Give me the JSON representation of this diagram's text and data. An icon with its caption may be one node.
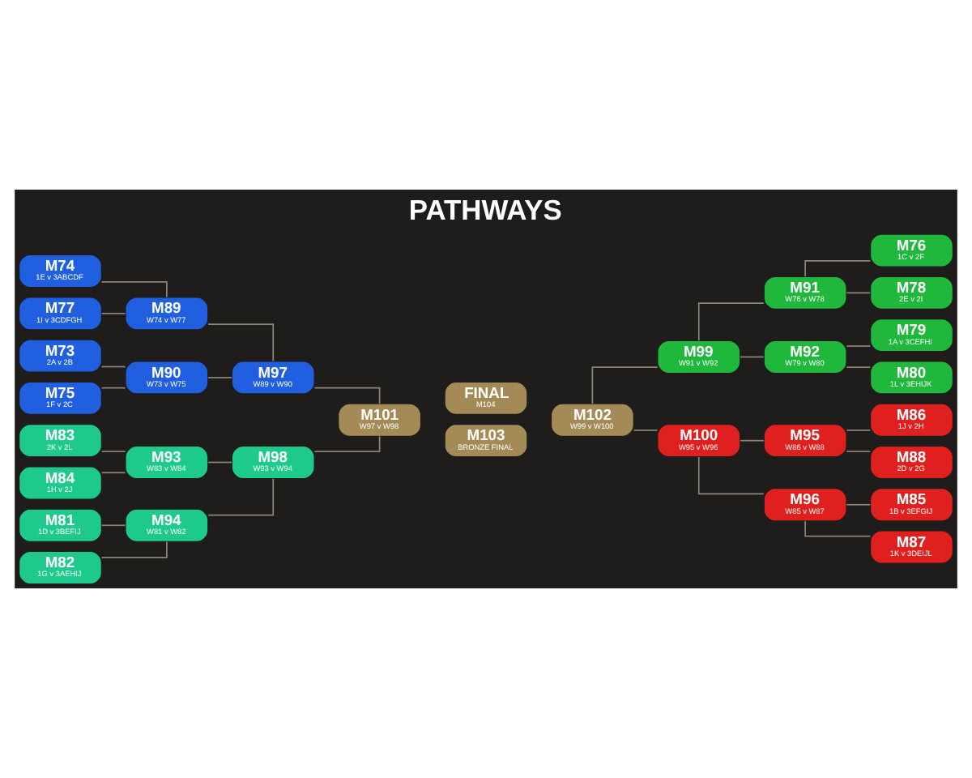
{
  "diagram": {
    "title": "PATHWAYS",
    "nodes": [
      {
        "text": [
          "M74",
          "1E v 3ABCDF"
        ]
      },
      {
        "text": [
          "M77",
          "1I v 3CDFGH"
        ]
      },
      {
        "text": [
          "M73",
          "2A v 2B"
        ]
      },
      {
        "text": [
          "M75",
          "1F v 2C"
        ]
      },
      {
        "text": [
          "M83",
          "2K v 2L"
        ]
      },
      {
        "text": [
          "M84",
          "1H v 2J"
        ]
      },
      {
        "text": [
          "M81",
          "1D v 3BEFIJ"
        ]
      },
      {
        "text": [
          "M82",
          "1G v 3AEHIJ"
        ]
      },
      {
        "text": [
          "M89",
          "W74 v W77"
        ]
      },
      {
        "text": [
          "M90",
          "W73 v W75"
        ]
      },
      {
        "text": [
          "M93",
          "W83 v W84"
        ]
      },
      {
        "text": [
          "M94",
          "W81 v W82"
        ]
      },
      {
        "text": [
          "M97",
          "W89 v W90"
        ]
      },
      {
        "text": [
          "M98",
          "W93 v W94"
        ]
      },
      {
        "text": [
          "M101",
          "W97 v W98"
        ]
      },
      {
        "text": [
          "FINAL",
          "M104"
        ]
      },
      {
        "text": [
          "M102",
          "W99 v W100"
        ]
      },
      {
        "text": [
          "M103",
          "BRONZE FINAL"
        ]
      },
      {
        "text": [
          "M99",
          "W91 v W92"
        ]
      },
      {
        "text": [
          "M100",
          "W95 v W96"
        ]
      },
      {
        "text": [
          "M91",
          "W76 v W78"
        ]
      },
      {
        "text": [
          "M92",
          "W79 v W80"
        ]
      },
      {
        "text": [
          "M95",
          "W86 v W88"
        ]
      },
      {
        "text": [
          "M96",
          "W85 v W87"
        ]
      },
      {
        "text": [
          "M76",
          "1C v 2F"
        ]
      },
      {
        "text": [
          "M78",
          "2E v 2I"
        ]
      },
      {
        "text": [
          "M79",
          "1A v 3CEFHI"
        ]
      },
      {
        "text": [
          "M80",
          "1L v 3EHIJK"
        ]
      },
      {
        "text": [
          "M86",
          "1J v 2H"
        ]
      },
      {
        "text": [
          "M88",
          "2D v 2G"
        ]
      },
      {
        "text": [
          "M85",
          "1B v 3EFGIJ"
        ]
      },
      {
        "text": [
          "M87",
          "1K v 3DEIJL"
        ]
      }
    ],
    "edges": [
      {
        "from": 0,
        "to": 8,
        "arrow": "none"
      },
      {
        "from": 1,
        "to": 8,
        "arrow": "none"
      },
      {
        "from": 2,
        "to": 9,
        "arrow": "none"
      },
      {
        "from": 3,
        "to": 9,
        "arrow": "none"
      },
      {
        "from": 4,
        "to": 10,
        "arrow": "none"
      },
      {
        "from": 5,
        "to": 10,
        "arrow": "none"
      },
      {
        "from": 6,
        "to": 11,
        "arrow": "none"
      },
      {
        "from": 7,
        "to": 11,
        "arrow": "none"
      },
      {
        "from": 8,
        "to": 12,
        "arrow": "none"
      },
      {
        "from": 9,
        "to": 12,
        "arrow": "none"
      },
      {
        "from": 10,
        "to": 13,
        "arrow": "none"
      },
      {
        "from": 11,
        "to": 13,
        "arrow": "none"
      },
      {
        "from": 12,
        "to": 14,
        "arrow": "none"
      },
      {
        "from": 13,
        "to": 14,
        "arrow": "none"
      },
      {
        "from": 16,
        "to": 18,
        "arrow": "none"
      },
      {
        "from": 16,
        "to": 19,
        "arrow": "none"
      },
      {
        "from": 18,
        "to": 20,
        "arrow": "none"
      },
      {
        "from": 18,
        "to": 21,
        "arrow": "none"
      },
      {
        "from": 19,
        "to": 22,
        "arrow": "none"
      },
      {
        "from": 19,
        "to": 23,
        "arrow": "none"
      },
      {
        "from": 20,
        "to": 24,
        "arrow": "none"
      },
      {
        "from": 20,
        "to": 25,
        "arrow": "none"
      },
      {
        "from": 21,
        "to": 26,
        "arrow": "none"
      },
      {
        "from": 21,
        "to": 27,
        "arrow": "none"
      },
      {
        "from": 22,
        "to": 28,
        "arrow": "none"
      },
      {
        "from": 22,
        "to": 29,
        "arrow": "none"
      },
      {
        "from": 23,
        "to": 30,
        "arrow": "none"
      },
      {
        "from": 23,
        "to": 31,
        "arrow": "none"
      }
    ]
  }
}
